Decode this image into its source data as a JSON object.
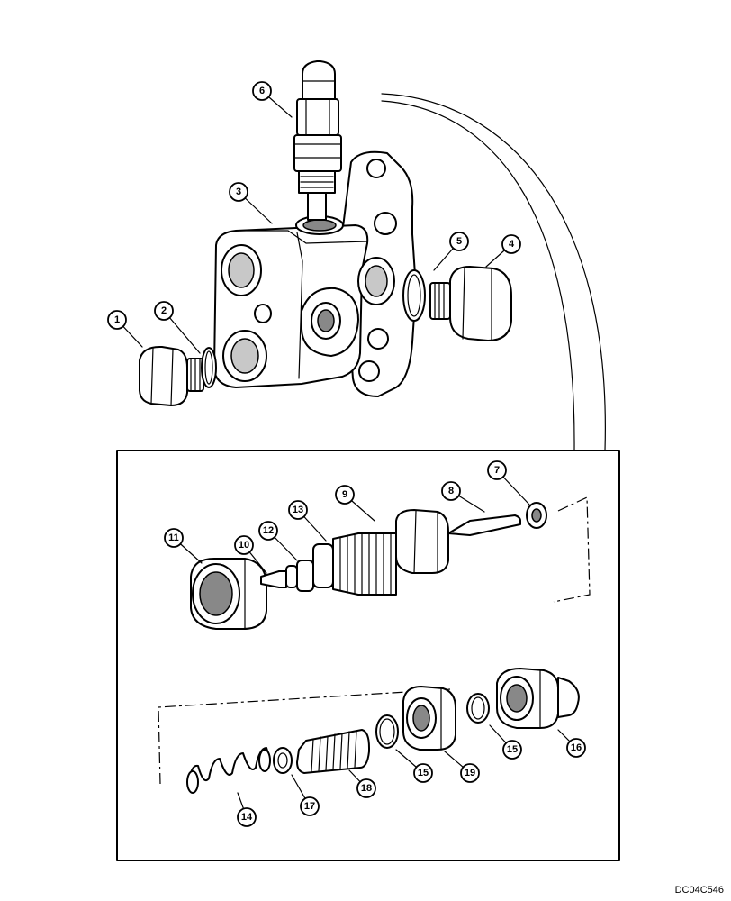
{
  "callouts": [
    "1",
    "2",
    "3",
    "4",
    "5",
    "6",
    "7",
    "8",
    "9",
    "10",
    "11",
    "12",
    "13",
    "14",
    "15",
    "16",
    "17",
    "18",
    "19"
  ],
  "doc_code": "DC04C546"
}
